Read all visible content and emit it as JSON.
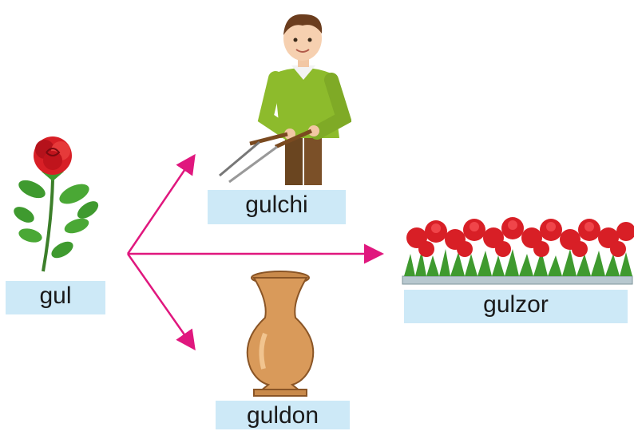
{
  "words": {
    "root": "gul",
    "gardener": "gulchi",
    "flowerbed": "gulzor",
    "vase": "guldon"
  },
  "colors": {
    "arrow": "#e0177e",
    "label_bg": "#cde9f7",
    "rose": "#d81f26",
    "leaf": "#3f9a2f",
    "sweater": "#8dbb2c",
    "pants": "#6a4520",
    "vase": "#c98a4b"
  },
  "icons": {
    "root_picture": "rose-icon",
    "gardener_picture": "gardener-boy-icon",
    "flowerbed_picture": "flowerbed-icon",
    "vase_picture": "vase-icon"
  }
}
